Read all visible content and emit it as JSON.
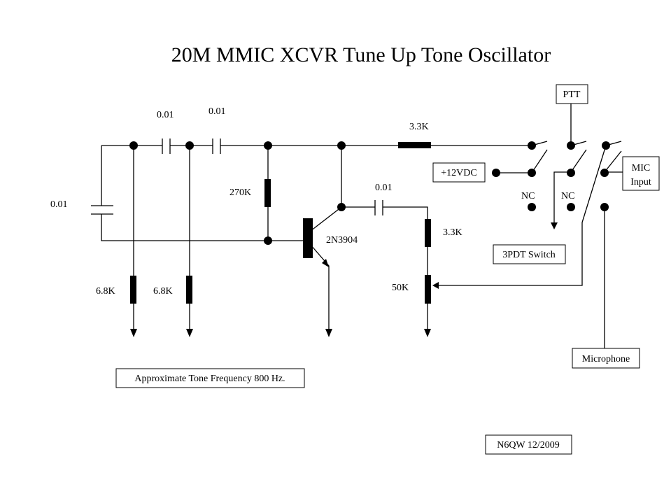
{
  "title": "20M MMIC XCVR Tune Up Tone Oscillator",
  "components": {
    "c_top1": "0.01",
    "c_top2": "0.01",
    "c_left": "0.01",
    "c_out": "0.01",
    "r_bias": "270K",
    "r_gnd1": "6.8K",
    "r_gnd2": "6.8K",
    "r_collector": "3.3K",
    "r_out": "3.3K",
    "pot": "50K",
    "transistor": "2N3904"
  },
  "switch": {
    "ptt": "PTT",
    "supply": "+12VDC",
    "mic_input_line1": "MIC",
    "mic_input_line2": "Input",
    "nc1": "NC",
    "nc2": "NC",
    "label": "3PDT Switch",
    "microphone": "Microphone"
  },
  "notes": {
    "frequency": "Approximate Tone Frequency 800 Hz.",
    "author": "N6QW 12/2009"
  }
}
